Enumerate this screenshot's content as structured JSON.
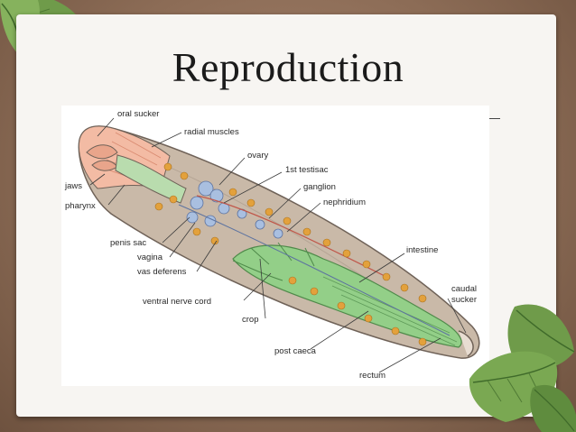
{
  "slide": {
    "title": "Reproduction"
  },
  "diagram": {
    "labels": {
      "oral_sucker": "oral sucker",
      "radial_muscles": "radial muscles",
      "ovary": "ovary",
      "first_testisac": "1st testisac",
      "ganglion": "ganglion",
      "nephridium": "nephridium",
      "jaws": "jaws",
      "pharynx": "pharynx",
      "penis_sac": "penis sac",
      "vagina": "vagina",
      "vas_deferens": "vas deferens",
      "ventral_nerve_cord": "ventral nerve cord",
      "crop": "crop",
      "post_caeca": "post caeca",
      "rectum": "rectum",
      "intestine": "intestine",
      "caudal": "caudal",
      "sucker": "sucker"
    },
    "colors": {
      "body": "#c7b7a6",
      "body_outline": "#6f6258",
      "gut": "#8fcf86",
      "gut_outline": "#4f8a4a",
      "testisacs": "#e3a03a",
      "reproductive": "#9fb6da",
      "anterior": "#f2b8a0"
    }
  }
}
